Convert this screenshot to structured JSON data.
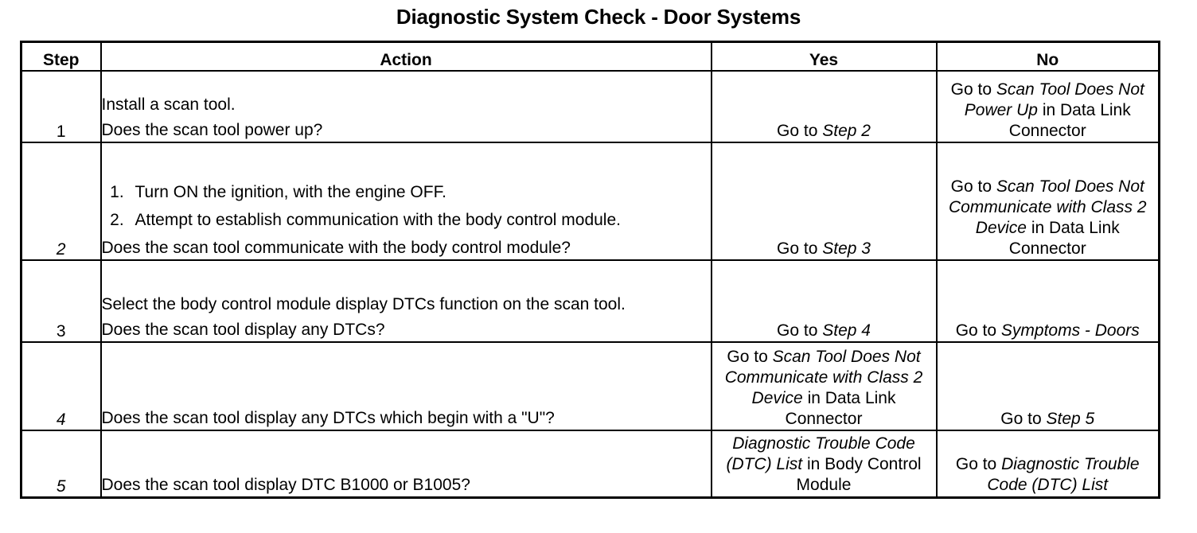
{
  "document": {
    "title": "Diagnostic System Check - Door Systems"
  },
  "table": {
    "headers": {
      "step": "Step",
      "action": "Action",
      "yes": "Yes",
      "no": "No"
    },
    "rows": [
      {
        "step": "1",
        "step_italic": false,
        "action_lines": [
          "Install a scan tool.",
          "Does the scan tool power up?"
        ],
        "yes_parts": [
          {
            "text": "Go to ",
            "italic": false
          },
          {
            "text": "Step 2",
            "italic": true
          }
        ],
        "no_parts": [
          {
            "text": "Go to ",
            "italic": false
          },
          {
            "text": "Scan Tool Does Not Power Up",
            "italic": true
          },
          {
            "text": " in Data Link  Connector",
            "italic": false
          }
        ]
      },
      {
        "step": "2",
        "step_italic": true,
        "ordered_items": [
          "Turn ON the ignition, with the engine OFF.",
          "Attempt to establish communication with the body control module."
        ],
        "action_lines": [
          "Does the scan tool communicate with the body control module?"
        ],
        "yes_parts": [
          {
            "text": "Go to ",
            "italic": false
          },
          {
            "text": "Step 3",
            "italic": true
          }
        ],
        "no_parts": [
          {
            "text": "Go to ",
            "italic": false
          },
          {
            "text": "Scan Tool Does Not Communicate with Class 2 Device",
            "italic": true
          },
          {
            "text": " in Data Link Connector",
            "italic": false
          }
        ]
      },
      {
        "step": "3",
        "step_italic": false,
        "action_lines": [
          "Select the body control module display DTCs function on the scan tool.",
          "Does the scan tool display any DTCs?"
        ],
        "yes_parts": [
          {
            "text": "Go to ",
            "italic": false
          },
          {
            "text": "Step 4",
            "italic": true
          }
        ],
        "no_parts": [
          {
            "text": "Go to ",
            "italic": false
          },
          {
            "text": "Symptoms - Doors",
            "italic": true
          }
        ]
      },
      {
        "step": "4",
        "step_italic": true,
        "action_lines": [
          "Does the scan tool display any DTCs which begin with a \"U\"?"
        ],
        "yes_parts": [
          {
            "text": "Go to ",
            "italic": false
          },
          {
            "text": "Scan Tool Does Not Communicate with Class 2 Device",
            "italic": true
          },
          {
            "text": " in Data Link  Connector",
            "italic": false
          }
        ],
        "no_parts": [
          {
            "text": "Go to ",
            "italic": false
          },
          {
            "text": "Step 5",
            "italic": true
          }
        ]
      },
      {
        "step": "5",
        "step_italic": true,
        "action_lines": [
          "Does the scan tool display DTC B1000 or B1005?"
        ],
        "yes_parts": [
          {
            "text": "Diagnostic Trouble Code (DTC) List",
            "italic": true
          },
          {
            "text": " in Body Control  Module",
            "italic": false
          }
        ],
        "no_parts": [
          {
            "text": "Go to ",
            "italic": false
          },
          {
            "text": "Diagnostic Trouble Code (DTC) List",
            "italic": true
          }
        ]
      }
    ]
  }
}
